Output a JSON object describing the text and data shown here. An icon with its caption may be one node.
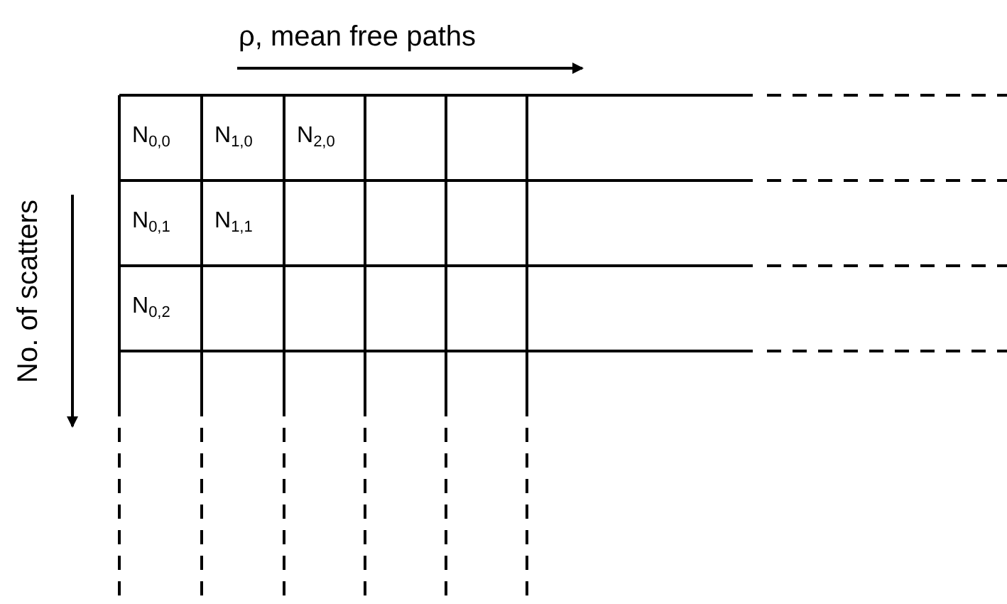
{
  "diagram": {
    "labels": [
      "ρ, mean free paths",
      "No. of scatters",
      "N$_{0,0}$",
      "N$_{1,0}$",
      "N$_{2,0}$",
      "N$_{0,1}$",
      "N$_{1,1}$",
      "N$_{0,2}$"
    ]
  }
}
